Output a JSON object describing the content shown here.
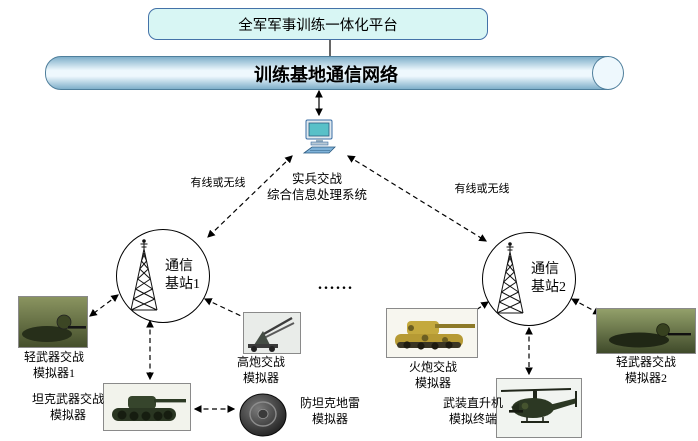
{
  "title_platform": "全军军事训练一体化平台",
  "network_bus": "训练基地通信网络",
  "processing_system": {
    "line1": "实兵交战",
    "line2": "综合信息处理系统"
  },
  "links": {
    "left": "有线或无线",
    "right": "有线或无线"
  },
  "stations": {
    "s1": {
      "line1": "通信",
      "line2": "基站1"
    },
    "s2": {
      "line1": "通信",
      "line2": "基站2"
    }
  },
  "ellipsis": "......",
  "simulators": {
    "light1": {
      "line1": "轻武器交战",
      "line2": "模拟器1"
    },
    "tank": {
      "line1": "坦克武器交战",
      "line2": "模拟器"
    },
    "aagun": {
      "line1": "高炮交战",
      "line2": "模拟器"
    },
    "mine": {
      "line1": "防坦克地雷",
      "line2": "模拟器"
    },
    "artillery": {
      "line1": "火炮交战",
      "line2": "模拟器"
    },
    "helicopter": {
      "line1": "武装直升机",
      "line2": "模拟终端"
    },
    "light2": {
      "line1": "轻武器交战",
      "line2": "模拟器2"
    }
  },
  "colors": {
    "platform_fill": "#d8f6f4",
    "platform_border": "#4472a8",
    "cylinder_top": "#7fafca",
    "cylinder_mid": "#eef8fd",
    "cylinder_border": "#4f7f9c",
    "line_color": "#000000"
  }
}
